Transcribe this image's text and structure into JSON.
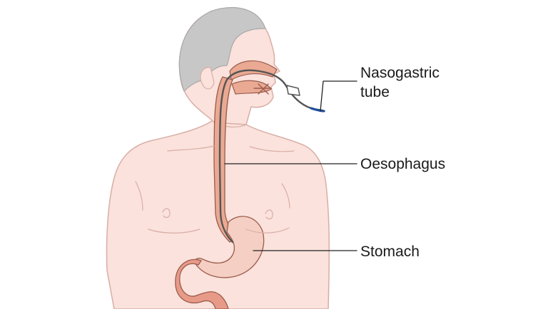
{
  "labels": {
    "nasogastric_tube": "Nasogastric\ntube",
    "oesophagus": "Oesophagus",
    "stomach": "Stomach"
  },
  "colors": {
    "skin": "#fbe2dc",
    "skin_outline": "#d8aea6",
    "hair": "#c7c7c7",
    "hair_outline": "#a9a9a9",
    "oesophagus": "#e9a993",
    "oesophagus_outline": "#9a5c4c",
    "stomach": "#f5cfc3",
    "intestine": "#e89a88",
    "tube": "#555555",
    "tube_tip": "#1f4e9c",
    "leader_line": "#222222"
  }
}
